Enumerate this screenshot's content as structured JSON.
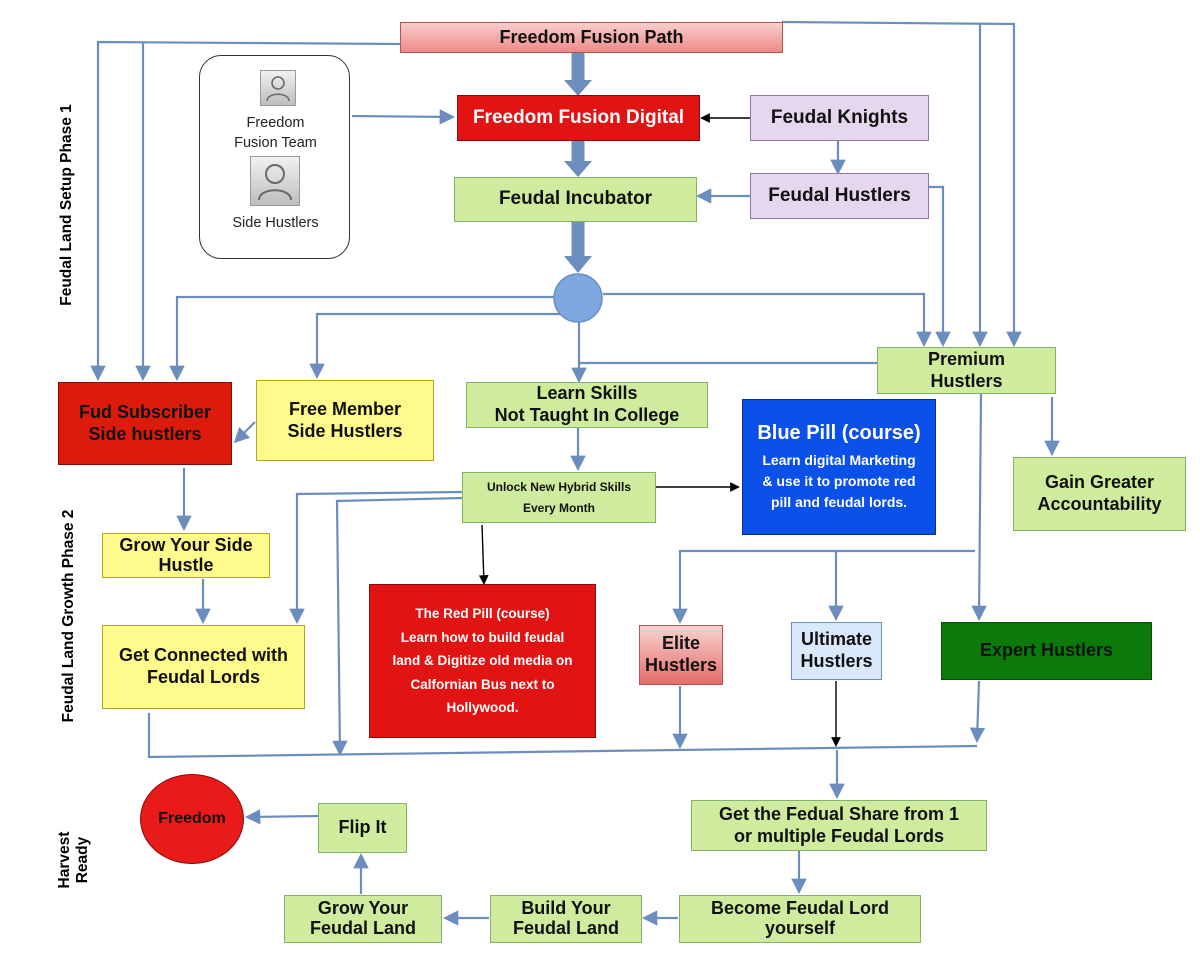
{
  "phases": {
    "setup": "Feudal Land Setup Phase 1",
    "growth": "Feudal Land Growth Phase 2",
    "harvest": "Harvest\nReady"
  },
  "team": {
    "freedom_team": "Freedom\nFusion Team",
    "side_hustlers": "Side Hustlers"
  },
  "nodes": {
    "freedom_fusion_path": "Freedom Fusion Path",
    "freedom_fusion_digital": "Freedom Fusion Digital",
    "feudal_knights": "Feudal Knights",
    "feudal_hustlers": "Feudal Hustlers",
    "feudal_incubator": "Feudal Incubator",
    "premium_hustlers": "Premium\nHustlers",
    "fud_subscriber": "Fud Subscriber\nSide hustlers",
    "free_member": "Free Member\nSide Hustlers",
    "learn_skills": "Learn Skills\nNot Taught In College",
    "blue_pill_title": "Blue Pill (course)",
    "blue_pill_body": "Learn digital Marketing\n& use it to promote red\npill and feudal lords.",
    "gain_accountability": "Gain Greater\nAccountability",
    "unlock_skills": "Unlock New Hybrid Skills\nEvery Month",
    "grow_side_hustle": "Grow Your Side\nHustle",
    "red_pill": "The Red Pill (course)\nLearn how to build feudal\nland & Digitize old media on\nCalfornian Bus next to\nHollywood.",
    "elite_hustlers": "Elite\nHustlers",
    "ultimate_hustlers": "Ultimate\nHustlers",
    "expert_hustlers": "Expert Hustlers",
    "get_connected": "Get Connected with\nFeudal Lords",
    "freedom": "Freedom",
    "flip_it": "Flip It",
    "feudal_share": "Get the Fedual Share from 1\nor multiple Feudal Lords",
    "grow_feudal_land": "Grow Your\nFeudal Land",
    "build_feudal_land": "Build Your\nFeudal Land",
    "become_feudal_lord": "Become Feudal Lord\nyourself"
  },
  "colors": {
    "connector": "#6c8ebf",
    "green": "#cfeb9d",
    "lavender": "#e6d7ee",
    "yellow": "#fffa8c",
    "red": "#e11313",
    "blue": "#0b50e8",
    "dark_green": "#0b7a0b",
    "hub": "#7ea6e0"
  },
  "icons": {
    "person": "person-icon",
    "hub": "junction-circle"
  }
}
